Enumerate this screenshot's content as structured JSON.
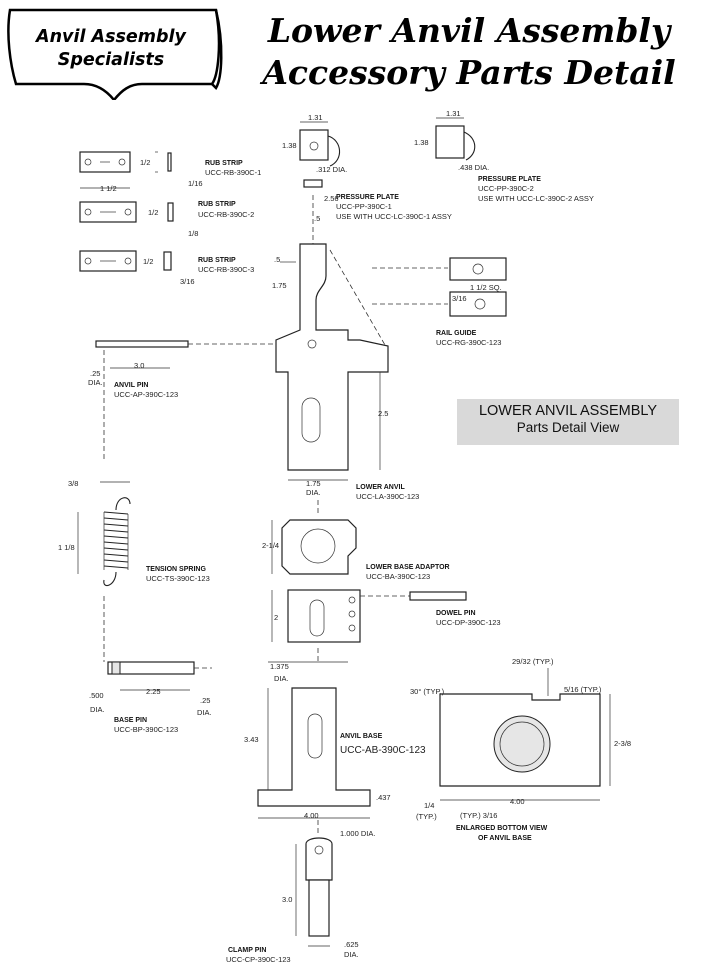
{
  "header": {
    "badge_line1": "Anvil Assembly",
    "badge_line2": "Specialists",
    "title_line1": "Lower Anvil Assembly",
    "title_line2": "Accessory Parts Detail"
  },
  "assembly_box": {
    "line1": "LOWER ANVIL ASSEMBLY",
    "line2": "Parts Detail View"
  },
  "parts": {
    "rub_strip_1": {
      "name": "RUB STRIP",
      "code": "UCC-RB-390C-1"
    },
    "rub_strip_2": {
      "name": "RUB STRIP",
      "code": "UCC-RB-390C-2"
    },
    "rub_strip_3": {
      "name": "RUB STRIP",
      "code": "UCC-RB-390C-3"
    },
    "pressure_plate_1": {
      "name": "PRESSURE PLATE",
      "code": "UCC-PP-390C-1",
      "note": "USE WITH UCC-LC-390C-1 ASSY"
    },
    "pressure_plate_2": {
      "name": "PRESSURE PLATE",
      "code": "UCC-PP-390C-2",
      "note": "USE WITH UCC-LC-390C-2 ASSY"
    },
    "rail_guide": {
      "name": "RAIL GUIDE",
      "code": "UCC-RG-390C-123"
    },
    "anvil_pin": {
      "name": "ANVIL PIN",
      "code": "UCC-AP-390C-123"
    },
    "lower_anvil": {
      "name": "LOWER ANVIL",
      "code": "UCC-LA-390C-123"
    },
    "tension_spring": {
      "name": "TENSION SPRING",
      "code": "UCC-TS-390C-123"
    },
    "lower_base_adaptor": {
      "name": "LOWER BASE ADAPTOR",
      "code": "UCC-BA-390C-123"
    },
    "dowel_pin": {
      "name": "DOWEL PIN",
      "code": "UCC-DP-390C-123"
    },
    "base_pin": {
      "name": "BASE PIN",
      "code": "UCC-BP-390C-123"
    },
    "anvil_base": {
      "name": "ANVIL BASE",
      "code": "UCC-AB-390C-123"
    },
    "clamp_pin": {
      "name": "CLAMP PIN",
      "code": "UCC-CP-390C-123"
    },
    "bottom_view": {
      "line1": "ENLARGED BOTTOM VIEW",
      "line2": "OF ANVIL BASE"
    }
  },
  "dims": {
    "rs1_h": "1/2",
    "rs1_w": "1/16",
    "rs_len": "1 1/2",
    "rs2_h": "1/2",
    "rs2_w": "1/8",
    "rs3_h": "1/2",
    "rs3_w": "3/16",
    "pp1_w": "1.31",
    "pp1_h": "1.38",
    "pp1_dia": ".312 DIA.",
    "pp1_len": "2.56",
    "pp1_t": ".5",
    "pp2_w": "1.31",
    "pp2_h": "1.38",
    "pp2_dia": ".438 DIA.",
    "la_top": ".5",
    "la_h1": "1.75",
    "la_h2": "2.5",
    "la_dia": "1.75",
    "la_dia_unit": "DIA.",
    "rg_sq": "1 1/2 SQ.",
    "rg_s": "3/16",
    "ap_len": "3.0",
    "ap_dia": ".25",
    "ap_dia_unit": "DIA.",
    "ts_w": "3/8",
    "ts_len": "1 1/8",
    "ba_w": "2-1/4",
    "ba_h": "2",
    "bp_dia1": ".500",
    "bp_dia_unit": "DIA.",
    "bp_len": "2.25",
    "bp_dia2": ".25",
    "ab_dia": "1.375",
    "ab_dia_unit": "DIA.",
    "ab_h": "3.43",
    "ab_w": "4.00",
    "ab_t": ".437",
    "bv_top": "29/32 (TYP.)",
    "bv_ang": "30° (TYP.)",
    "bv_r": "5/16 (TYP.)",
    "bv_h": "2-3/8",
    "bv_q": "1/4",
    "bv_typ": "(TYP.)",
    "bv_w": "4.00",
    "bv_s": "(TYP.) 3/16",
    "cp_dia": "1.000 DIA.",
    "cp_len": "3.0",
    "cp_pin": ".625",
    "cp_pin_unit": "DIA."
  },
  "icons": [
    "ribbon-badge-icon"
  ]
}
